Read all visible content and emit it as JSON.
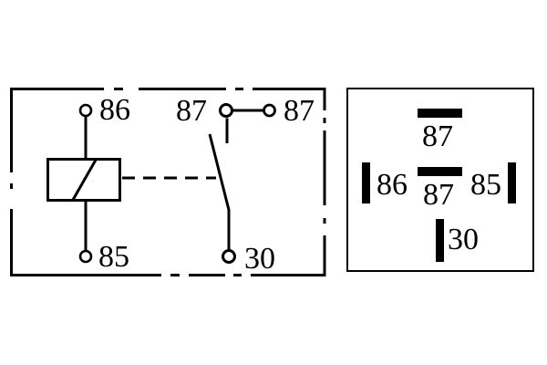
{
  "colors": {
    "ink": "#000000",
    "background": "#ffffff"
  },
  "schematic": {
    "terminal_86_label": "86",
    "terminal_85_label": "85",
    "terminal_87_label": "87",
    "terminal_87_aux_label": "87",
    "terminal_30_label": "30"
  },
  "pinout": {
    "pin_87_top_label": "87",
    "pin_86_label": "86",
    "pin_87_center_label": "87",
    "pin_85_label": "85",
    "pin_30_label": "30"
  }
}
